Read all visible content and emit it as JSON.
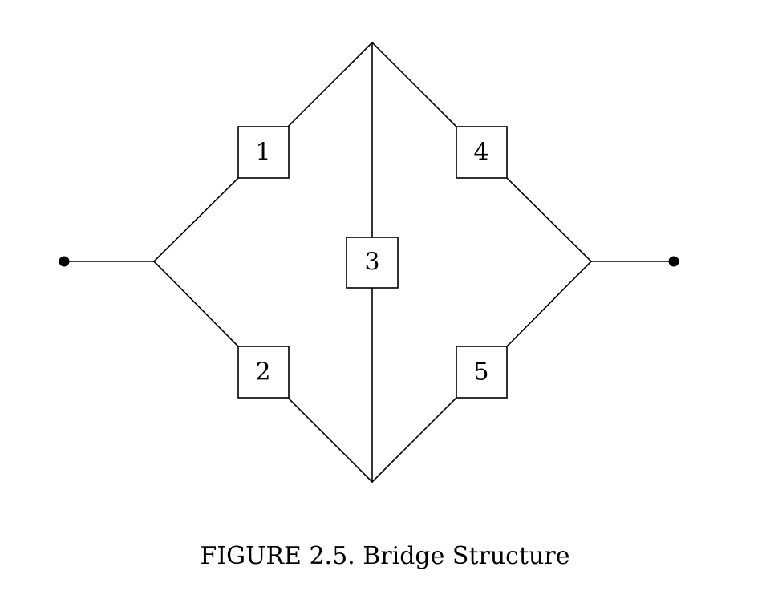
{
  "diagram": {
    "components": [
      {
        "id": "c1",
        "label": "1"
      },
      {
        "id": "c2",
        "label": "2"
      },
      {
        "id": "c3",
        "label": "3"
      },
      {
        "id": "c4",
        "label": "4"
      },
      {
        "id": "c5",
        "label": "5"
      }
    ],
    "terminals": [
      "input-terminal",
      "output-terminal"
    ]
  },
  "caption": "FIGURE 2.5. Bridge Structure"
}
